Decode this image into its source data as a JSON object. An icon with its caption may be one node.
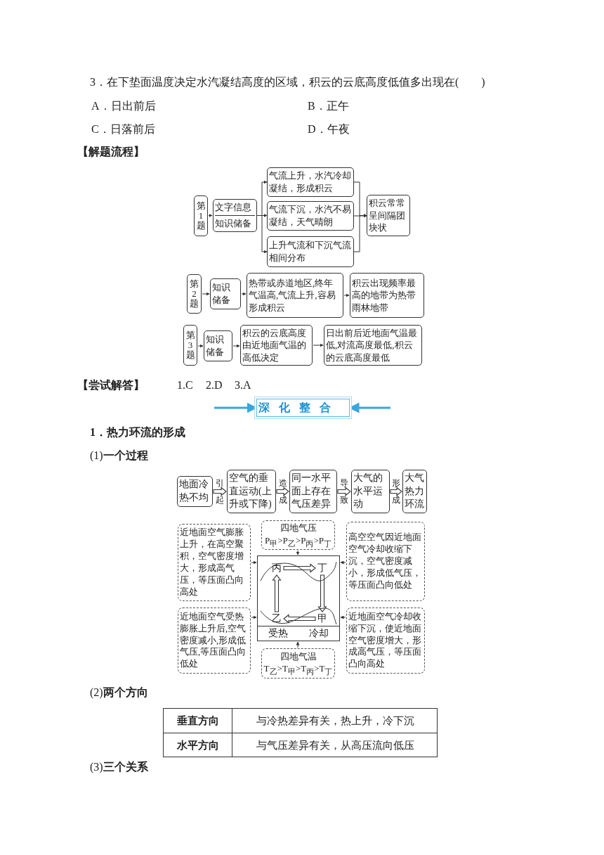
{
  "diagram": {
    "nodes": [
      {
        "text": [
          "第1题"
        ]
      },
      {
        "text": [
          "文字信息",
          "知识储备"
        ]
      },
      {
        "text": [
          "气流上升，水汽冷却凝结，形成积云"
        ]
      },
      {
        "text": [
          "气流下沉，水汽不易凝结，天气晴朗"
        ]
      },
      {
        "text": [
          "上升气流和下沉气流相间分布"
        ]
      },
      {
        "text": [
          "积云常常呈间隔团块状"
        ]
      },
      {
        "text": [
          "第2题"
        ]
      },
      {
        "text": [
          "知识储备"
        ]
      },
      {
        "text": [
          "热带或赤道地区,终年气温高,气流上升,容易形成积云"
        ]
      },
      {
        "text": [
          "积云出现频率最高的地带为热带雨林地带"
        ]
      },
      {
        "text": [
          "第3题"
        ]
      },
      {
        "text": [
          "知识储备"
        ]
      },
      {
        "text": [
          "积云的云底高度由近地面气温的高低决定"
        ]
      },
      {
        "text": [
          "日出前后近地面气温最低,对流高度最低,积云的云底高度最低"
        ]
      },
      {
        "text": [
          "深化整合"
        ]
      },
      {
        "text": [
          "地面冷热不均"
        ]
      },
      {
        "text": [
          "空气的垂直运动(上升或下降)"
        ]
      },
      {
        "text": [
          "同一水平面上存在气压差异"
        ]
      },
      {
        "text": [
          "大气的水平运动"
        ]
      },
      {
        "text": [
          "大气热力环流"
        ]
      },
      {
        "text": [
          "四地气压",
          "P$_{甲}$>P$_{乙}$>P$_{丙}$>P$_{丁}$"
        ]
      },
      {
        "text": [
          "近地面空气膨胀上升，在高空聚积，空气密度增大，形成高气压，等压面凸向高处"
        ]
      },
      {
        "text": [
          "高空空气因近地面空气冷却收缩下沉，空气密度减小，形成低气压，等压面凸向低处"
        ]
      },
      {
        "text": [
          "受热",
          "冷却"
        ]
      },
      {
        "text": [
          "丙"
        ],
        "in": 23
      },
      {
        "text": [
          "丁"
        ],
        "in": 23
      },
      {
        "text": [
          "乙"
        ],
        "in": 23
      },
      {
        "text": [
          "甲"
        ],
        "in": 23
      },
      {
        "text": [
          "近地面空气受热膨胀上升后,空气密度减小,形成低气压,等压面凸向低处"
        ]
      },
      {
        "text": [
          "近地面空气冷却收缩下沉，使近地面空气密度增大，形成高气压，等压面凸向高处"
        ]
      },
      {
        "text": [
          "四地气温",
          "T$_{乙}$>T$_{甲}$>T$_{丙}$>T$_{丁}$"
        ]
      }
    ],
    "edges": [
      {
        "from": 0,
        "to": 1,
        "arrow": "to"
      },
      {
        "from": 1,
        "to": 2,
        "arrow": "to"
      },
      {
        "from": 1,
        "to": 3,
        "arrow": "to"
      },
      {
        "from": 1,
        "to": 4,
        "arrow": "to"
      },
      {
        "from": 2,
        "to": 5,
        "arrow": "to"
      },
      {
        "from": 3,
        "to": 5,
        "arrow": "to"
      },
      {
        "from": 4,
        "to": 5,
        "arrow": "to"
      },
      {
        "from": 6,
        "to": 7,
        "arrow": "to"
      },
      {
        "from": 7,
        "to": 8,
        "arrow": "to"
      },
      {
        "from": 8,
        "to": 9,
        "arrow": "to"
      },
      {
        "from": 10,
        "to": 11,
        "arrow": "to"
      },
      {
        "from": 11,
        "to": 12,
        "arrow": "to"
      },
      {
        "from": 12,
        "to": 13,
        "arrow": "to"
      },
      {
        "from": null,
        "to": 14,
        "arrow": "to",
        "style": "thick",
        "color": "#3aa6dc"
      },
      {
        "from": null,
        "to": 14,
        "arrow": "to",
        "style": "thick",
        "color": "#3aa6dc"
      },
      {
        "from": 15,
        "to": 16,
        "arrow": "to",
        "label": "引起"
      },
      {
        "from": 16,
        "to": 17,
        "arrow": "to",
        "label": "造成"
      },
      {
        "from": 17,
        "to": 18,
        "arrow": "to",
        "label": "导致"
      },
      {
        "from": 18,
        "to": 19,
        "arrow": "to",
        "label": "形成"
      },
      {
        "from": 24,
        "to": 25,
        "arrow": "to"
      },
      {
        "from": 25,
        "to": 27,
        "arrow": "to"
      },
      {
        "from": 27,
        "to": 26,
        "arrow": "to"
      },
      {
        "from": 26,
        "to": 24,
        "arrow": "to"
      },
      {
        "from": 20,
        "to": 23,
        "arrow": "to"
      },
      {
        "from": 21,
        "to": 23,
        "arrow": "to"
      },
      {
        "from": 22,
        "to": 23,
        "arrow": "to"
      },
      {
        "from": 28,
        "to": 23,
        "arrow": "to"
      },
      {
        "from": 29,
        "to": 23,
        "arrow": "to"
      },
      {
        "from": 30,
        "to": 23,
        "arrow": "to"
      }
    ],
    "labels": [
      "3．在下垫面温度决定水汽凝结高度的区域，积云的云底高度低值多出现在(　　)",
      "A．日出前后",
      "B．正午",
      "C．日落前后",
      "D．午夜",
      "【解题流程】",
      "【尝试解答】",
      "1.C",
      "2.D",
      "3.A",
      "1．热力环流的形成",
      "(1)**一个过程**",
      "(2)**两个方向**",
      "垂直方向",
      "与冷热差异有关，热上升，冷下沉",
      "水平方向",
      "与气压差异有关，从高压流向低压",
      "(3)**三个关系**"
    ]
  }
}
